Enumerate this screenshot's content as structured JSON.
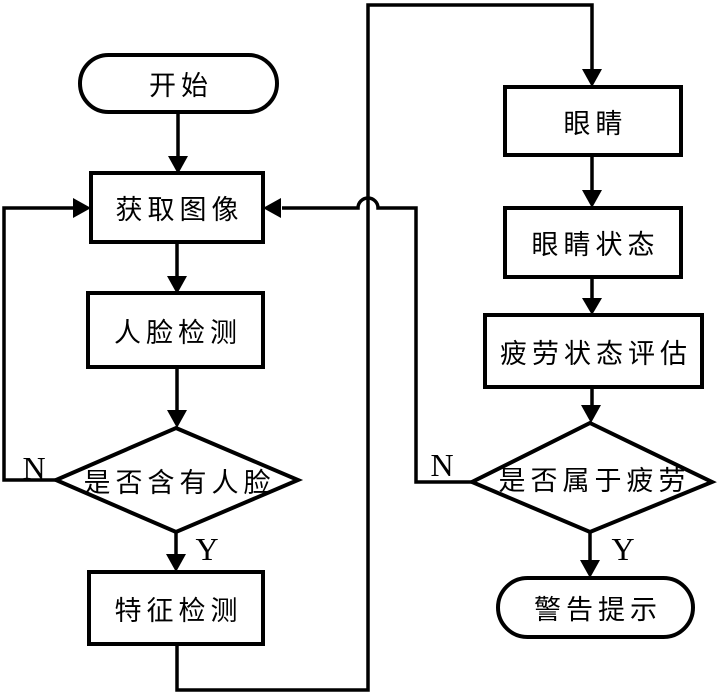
{
  "diagram": {
    "type": "flowchart",
    "background_color": "#ffffff",
    "stroke_color": "#000000",
    "node_fill_color": "#ffffff",
    "nodes": {
      "start": {
        "label": "开始",
        "shape": "stadium"
      },
      "get_image": {
        "label": "获取图像",
        "shape": "rect"
      },
      "face_detect": {
        "label": "人脸检测",
        "shape": "rect"
      },
      "has_face": {
        "label": "是否含有人脸",
        "shape": "diamond"
      },
      "feature_detect": {
        "label": "特征检测",
        "shape": "rect"
      },
      "eyes": {
        "label": "眼睛",
        "shape": "rect"
      },
      "eye_state": {
        "label": "眼睛状态",
        "shape": "rect"
      },
      "fatigue_eval": {
        "label": "疲劳状态评估",
        "shape": "rect"
      },
      "is_fatigue": {
        "label": "是否属于疲劳",
        "shape": "diamond"
      },
      "warning": {
        "label": "警告提示",
        "shape": "stadium"
      }
    },
    "branch_labels": {
      "has_face_no": "N",
      "has_face_yes": "Y",
      "is_fatigue_no": "N",
      "is_fatigue_yes": "Y"
    },
    "edges": [
      {
        "from": "start",
        "to": "get_image",
        "label": ""
      },
      {
        "from": "get_image",
        "to": "face_detect",
        "label": ""
      },
      {
        "from": "face_detect",
        "to": "has_face",
        "label": ""
      },
      {
        "from": "has_face",
        "to": "feature_detect",
        "label": "Y"
      },
      {
        "from": "has_face",
        "to": "get_image",
        "label": "N"
      },
      {
        "from": "feature_detect",
        "to": "eyes",
        "label": ""
      },
      {
        "from": "eyes",
        "to": "eye_state",
        "label": ""
      },
      {
        "from": "eye_state",
        "to": "fatigue_eval",
        "label": ""
      },
      {
        "from": "fatigue_eval",
        "to": "is_fatigue",
        "label": ""
      },
      {
        "from": "is_fatigue",
        "to": "warning",
        "label": "Y"
      },
      {
        "from": "is_fatigue",
        "to": "get_image",
        "label": "N"
      }
    ]
  }
}
